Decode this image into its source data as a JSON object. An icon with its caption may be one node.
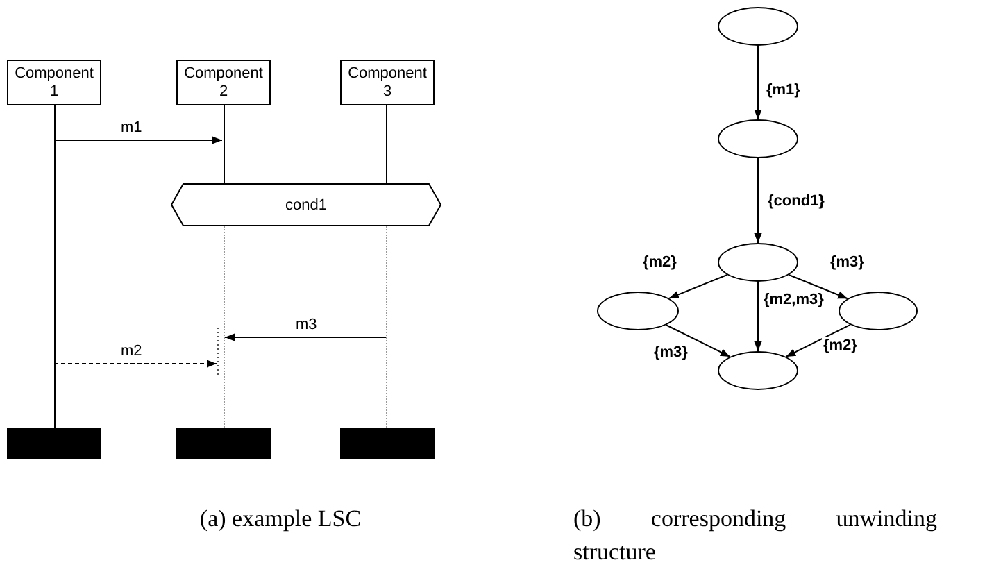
{
  "diagram": {
    "nodes": [
      {
        "text": [
          "Component 1"
        ]
      },
      {
        "text": [
          "Component 2"
        ]
      },
      {
        "text": [
          "Component 3"
        ]
      },
      {
        "text": [
          "cond1"
        ]
      },
      {
        "text": [],
        "shape": "bar"
      },
      {
        "text": [],
        "shape": "bar"
      },
      {
        "text": [],
        "shape": "bar"
      },
      {
        "text": [],
        "shape": "line"
      },
      {
        "text": [],
        "shape": "line"
      },
      {
        "text": [],
        "shape": "line"
      },
      {
        "text": [],
        "shape": "line"
      },
      {
        "text": [],
        "shape": "line"
      },
      {
        "text": [],
        "shape": "ellipse"
      },
      {
        "text": [],
        "shape": "ellipse"
      },
      {
        "text": [],
        "shape": "ellipse"
      },
      {
        "text": [],
        "shape": "ellipse"
      },
      {
        "text": [],
        "shape": "ellipse"
      },
      {
        "text": [],
        "shape": "ellipse"
      }
    ],
    "edges": [
      {
        "from": 7,
        "to": 8,
        "arrow": "to",
        "label": "m1"
      },
      {
        "from": 11,
        "to": 10,
        "arrow": "to",
        "label": "m3"
      },
      {
        "from": 7,
        "to": 10,
        "arrow": "to",
        "label": "m2",
        "style": "dashed"
      },
      {
        "from": 12,
        "to": 13,
        "arrow": "to",
        "label": "{m1}"
      },
      {
        "from": 13,
        "to": 14,
        "arrow": "to",
        "label": "{cond1}"
      },
      {
        "from": 14,
        "to": 15,
        "arrow": "to",
        "label": "{m2}"
      },
      {
        "from": 14,
        "to": 16,
        "arrow": "to",
        "label": "{m3}"
      },
      {
        "from": 14,
        "to": 17,
        "arrow": "to",
        "label": "{m2,m3}"
      },
      {
        "from": 15,
        "to": 17,
        "arrow": "to",
        "label": "{m3}"
      },
      {
        "from": 16,
        "to": 17,
        "arrow": "to",
        "label": "{m2}"
      }
    ],
    "labels": [
      "(a) example LSC",
      "(b) corresponding unwinding structure"
    ]
  }
}
